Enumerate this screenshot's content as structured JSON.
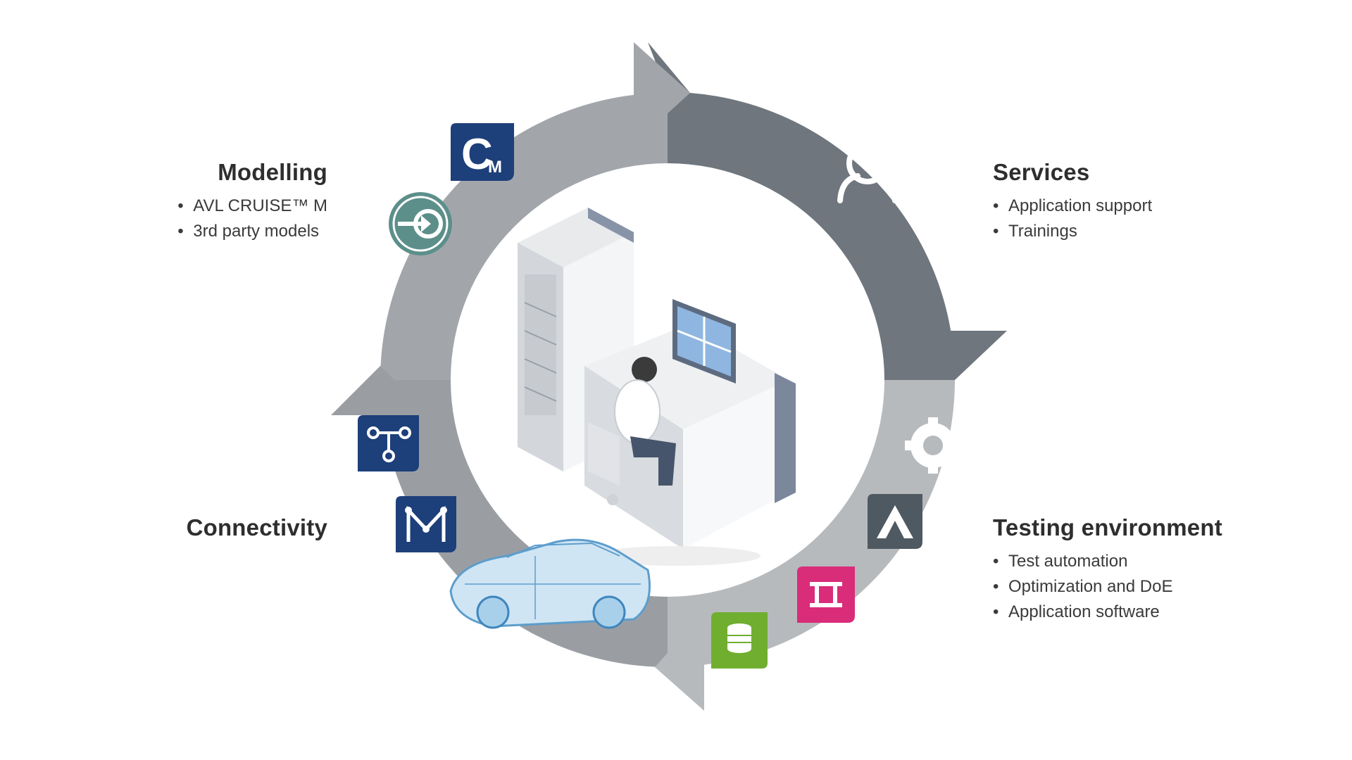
{
  "colors": {
    "ring_light": "#a2a6aa",
    "ring_dark": "#6f767d",
    "ring_pale": "#d8dadc",
    "icon_navy": "#1d3f7a",
    "icon_pink": "#d92c79",
    "icon_green": "#6fae2f",
    "icon_teal": "#5d8f8a",
    "icon_slate": "#4f5962",
    "car_blue": "#7fb8dc"
  },
  "bullet_glyph": "•",
  "modelling": {
    "title": "Modelling",
    "items": [
      "AVL CRUISE™ M",
      "3rd party models"
    ]
  },
  "services": {
    "title": "Services",
    "items": [
      "Application support",
      "Trainings"
    ]
  },
  "connectivity": {
    "title": "Connectivity"
  },
  "testing": {
    "title": "Testing environment",
    "items": [
      "Test automation",
      "Optimization and DoE",
      "Application software"
    ]
  },
  "icons": {
    "cruise_logo_text": "C",
    "cruise_logo_sub": "M",
    "list": [
      "cruise-m-logo-icon",
      "gear-arrow-icon",
      "person-icon",
      "gear-icon",
      "avl-a-logo-icon",
      "plug-connector-icon",
      "database-icon",
      "model-connect-icon",
      "m-network-icon",
      "car-wireframe-icon",
      "test-station-illustration"
    ]
  }
}
